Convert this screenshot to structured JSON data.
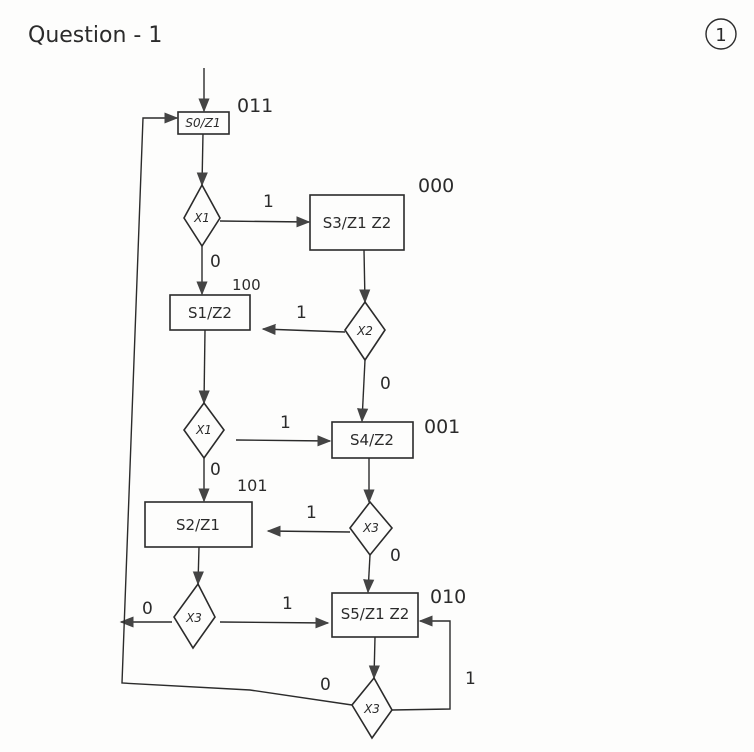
{
  "header": {
    "title": "Question - 1",
    "page_number": "1"
  },
  "states": [
    {
      "id": "s0",
      "label": "S0/Z1",
      "code": "011"
    },
    {
      "id": "s3",
      "label": "S3/Z1 Z2",
      "code": "000"
    },
    {
      "id": "s1",
      "label": "S1/Z2",
      "code": "100"
    },
    {
      "id": "s4",
      "label": "S4/Z2",
      "code": "001"
    },
    {
      "id": "s2",
      "label": "S2/Z1",
      "code": "101"
    },
    {
      "id": "s5",
      "label": "S5/Z1 Z2",
      "code": "010"
    }
  ],
  "decisions": [
    {
      "id": "d1",
      "label": "X1"
    },
    {
      "id": "d2",
      "label": "X2"
    },
    {
      "id": "d3",
      "label": "X1"
    },
    {
      "id": "d4",
      "label": "X3"
    },
    {
      "id": "d5",
      "label": "X3"
    },
    {
      "id": "d6",
      "label": "X3"
    }
  ],
  "edges": [
    {
      "from": "d1",
      "to": "s3",
      "label": "1"
    },
    {
      "from": "d1",
      "to": "s1",
      "label": "0"
    },
    {
      "from": "d2",
      "to": "s1",
      "label": "1"
    },
    {
      "from": "d2",
      "to": "s4",
      "label": "0"
    },
    {
      "from": "d3",
      "to": "s4",
      "label": "1"
    },
    {
      "from": "d3",
      "to": "s2",
      "label": "0"
    },
    {
      "from": "d4",
      "to": "s2",
      "label": "1"
    },
    {
      "from": "d4",
      "to": "s5",
      "label": "0"
    },
    {
      "from": "d5",
      "to": "s5",
      "label": "1"
    },
    {
      "from": "d5",
      "to": "s0",
      "label": "0"
    },
    {
      "from": "d6",
      "to": "s5",
      "label": "1"
    },
    {
      "from": "d6",
      "to": "s0",
      "label": "0"
    }
  ]
}
